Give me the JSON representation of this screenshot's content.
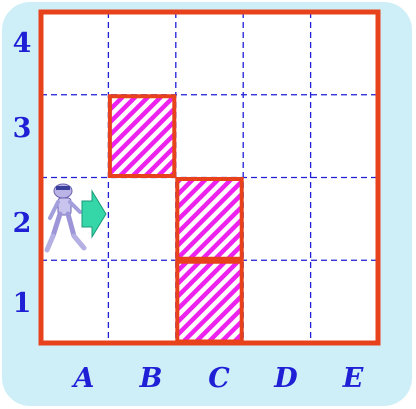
{
  "grid": {
    "columns": [
      "A",
      "B",
      "C",
      "D",
      "E"
    ],
    "rows": [
      "1",
      "2",
      "3",
      "4"
    ]
  },
  "colors": {
    "background": "#cfeff8",
    "board": "#ffffff",
    "border": "#e8421c",
    "dashed_lines": "#1f1fd6",
    "hatch": "#ee22ee",
    "labels": "#1f1fd6",
    "arrow": "#35d7a8"
  },
  "obstacles": [
    {
      "col": "B",
      "row": "3"
    },
    {
      "col": "C",
      "row": "2"
    },
    {
      "col": "C",
      "row": "1"
    }
  ],
  "robot": {
    "col": "A",
    "row": "2",
    "facing": "right",
    "icon": "robot-icon"
  }
}
